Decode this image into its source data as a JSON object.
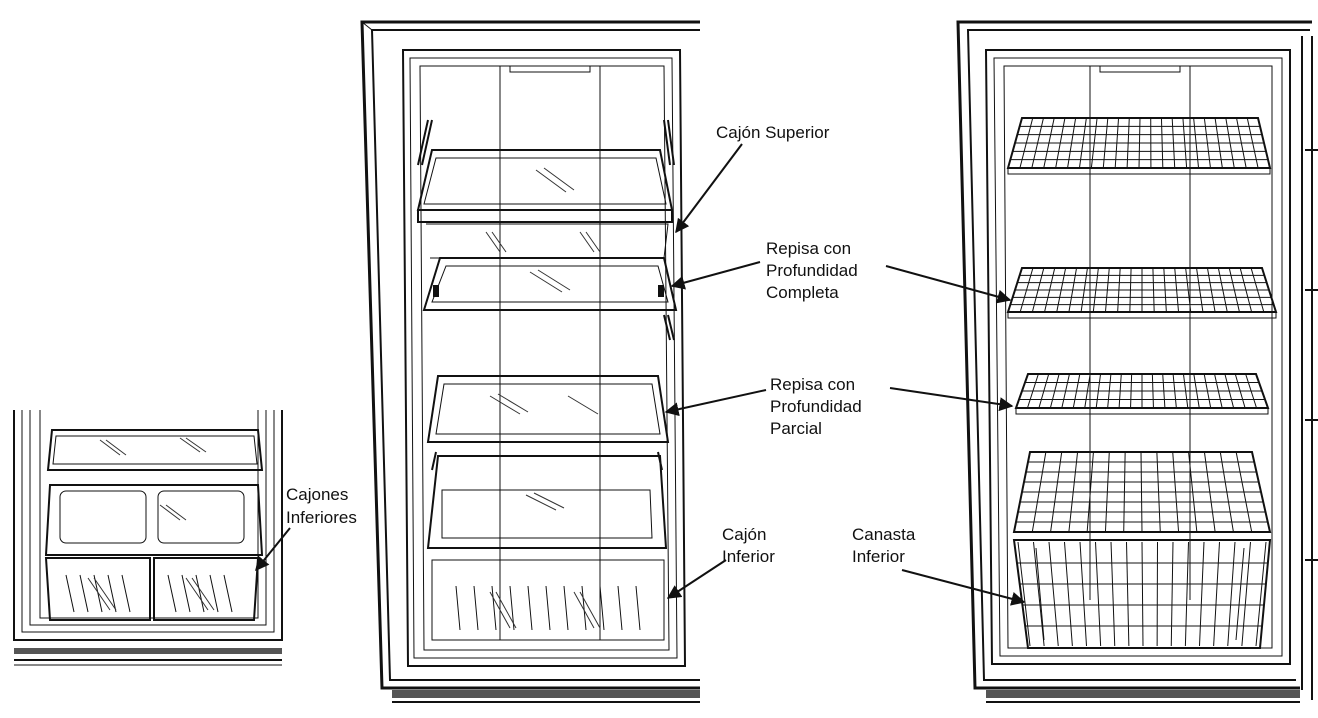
{
  "colors": {
    "line": "#111111",
    "background": "#ffffff",
    "base": "#555555"
  },
  "labels": {
    "cajones_inferiores": [
      "Cajones",
      "Inferiores"
    ],
    "cajon_superior": [
      "Cajón Superior"
    ],
    "repisa_completa": [
      "Repisa con",
      "Profundidad",
      "Completa"
    ],
    "repisa_parcial": [
      "Repisa con",
      "Profundidad",
      "Parcial"
    ],
    "cajon_inferior": [
      "Cajón",
      "Inferior"
    ],
    "canasta_inferior": [
      "Canasta",
      "Inferior"
    ]
  }
}
